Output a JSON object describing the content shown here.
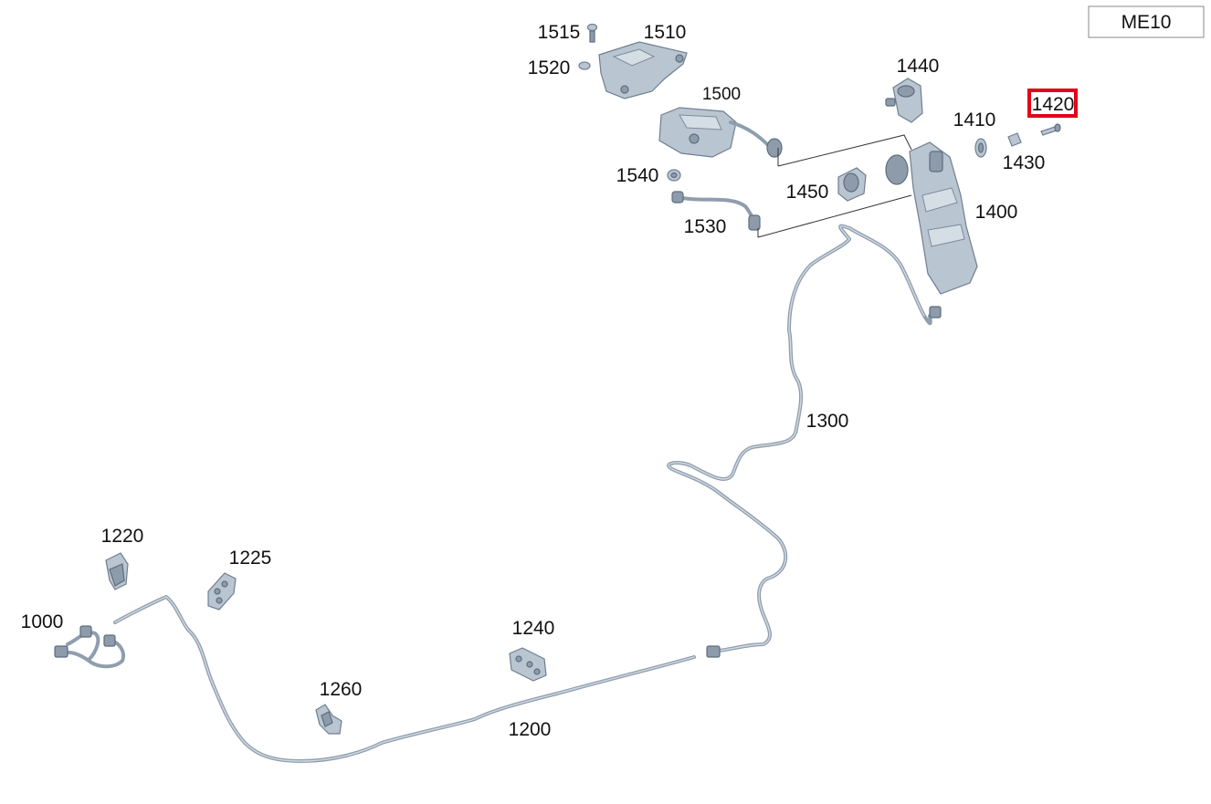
{
  "diagram": {
    "model_tag": "ME10",
    "highlighted_part": "1420",
    "callouts": [
      {
        "id": "c1515",
        "label": "1515"
      },
      {
        "id": "c1510",
        "label": "1510"
      },
      {
        "id": "c1520",
        "label": "1520"
      },
      {
        "id": "c1500",
        "label": "1500"
      },
      {
        "id": "c1440",
        "label": "1440"
      },
      {
        "id": "c1420",
        "label": "1420"
      },
      {
        "id": "c1410",
        "label": "1410"
      },
      {
        "id": "c1430",
        "label": "1430"
      },
      {
        "id": "c1540",
        "label": "1540"
      },
      {
        "id": "c1450",
        "label": "1450"
      },
      {
        "id": "c1400",
        "label": "1400"
      },
      {
        "id": "c1530",
        "label": "1530"
      },
      {
        "id": "c1300",
        "label": "1300"
      },
      {
        "id": "c1220",
        "label": "1220"
      },
      {
        "id": "c1225",
        "label": "1225"
      },
      {
        "id": "c1000",
        "label": "1000"
      },
      {
        "id": "c1240",
        "label": "1240"
      },
      {
        "id": "c1260",
        "label": "1260"
      },
      {
        "id": "c1200",
        "label": "1200"
      }
    ]
  },
  "colors": {
    "part_fill": "#b9c5d1",
    "part_outline": "#6f7f90",
    "highlight": "#e2001a"
  }
}
